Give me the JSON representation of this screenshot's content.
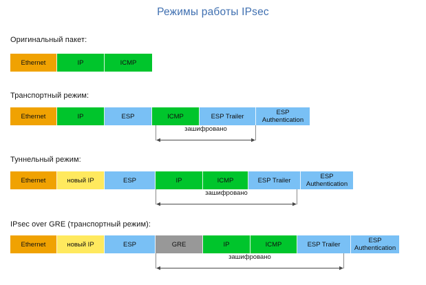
{
  "title": "Режимы работы IPsec",
  "title_color": "#3f6fb0",
  "palette": {
    "orange": "#f0a202",
    "yellow": "#ffe95e",
    "green": "#00c52c",
    "blue": "#79c0f5",
    "gray": "#989898"
  },
  "encrypted_label": "зашифровано",
  "sections": [
    {
      "label": "Оригинальный пакет:",
      "blocks": [
        {
          "text": "Ethernet",
          "color": "orange"
        },
        {
          "text": "IP",
          "color": "green"
        },
        {
          "text": "ICMP",
          "color": "green"
        }
      ],
      "bracket": null
    },
    {
      "label": "Транспортный режим:",
      "blocks": [
        {
          "text": "Ethernet",
          "color": "orange"
        },
        {
          "text": "IP",
          "color": "green"
        },
        {
          "text": "ESP",
          "color": "blue"
        },
        {
          "text": "ICMP",
          "color": "green"
        },
        {
          "text": "ESP Trailer",
          "color": "blue"
        },
        {
          "text": "ESP\nAuthentication",
          "color": "blue"
        }
      ],
      "bracket": {
        "label": "зашифровано"
      }
    },
    {
      "label": "Туннельный режим:",
      "blocks": [
        {
          "text": "Ethernet",
          "color": "orange"
        },
        {
          "text": "новый IP",
          "color": "yellow"
        },
        {
          "text": "ESP",
          "color": "blue"
        },
        {
          "text": "IP",
          "color": "green"
        },
        {
          "text": "ICMP",
          "color": "green"
        },
        {
          "text": "ESP Trailer",
          "color": "blue"
        },
        {
          "text": "ESP\nAuthentication",
          "color": "blue"
        }
      ],
      "bracket": {
        "label": "зашифровано"
      }
    },
    {
      "label": "IPsec over GRE (транспортный режим):",
      "blocks": [
        {
          "text": "Ethernet",
          "color": "orange"
        },
        {
          "text": "новый IP",
          "color": "yellow"
        },
        {
          "text": "ESP",
          "color": "blue"
        },
        {
          "text": "GRE",
          "color": "gray"
        },
        {
          "text": "IP",
          "color": "green"
        },
        {
          "text": "ICMP",
          "color": "green"
        },
        {
          "text": "ESP Trailer",
          "color": "blue"
        },
        {
          "text": "ESP\nAuthentication",
          "color": "blue"
        }
      ],
      "bracket": {
        "label": "зашифровано"
      }
    }
  ]
}
